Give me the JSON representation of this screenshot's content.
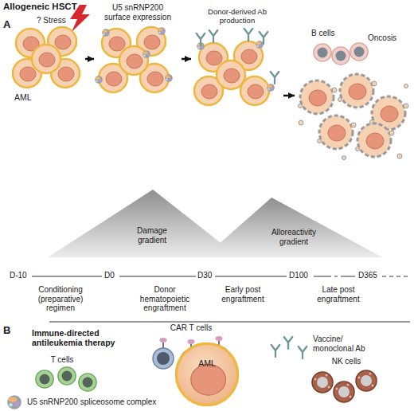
{
  "diagram": {
    "title": "Allogeneic HSCT",
    "nodes": [
      {
        "text": [
          "AML"
        ]
      },
      {
        "text": [
          "U5 snRNP200 surface expression"
        ]
      },
      {
        "text": [
          "Donor-derived Ab production"
        ]
      },
      {
        "text": [
          "B cells"
        ]
      },
      {
        "text": [
          "Oncosis"
        ]
      },
      {
        "text": [
          "Damage gradient"
        ]
      },
      {
        "text": [
          "Alloreactivity gradient"
        ]
      },
      {
        "text": [
          "CAR T cells"
        ]
      },
      {
        "text": [
          "Vaccine/ monoclonal Ab"
        ]
      },
      {
        "text": [
          "T cells"
        ]
      },
      {
        "text": [
          "AML"
        ]
      },
      {
        "text": [
          "NK cells"
        ]
      }
    ],
    "edges": [
      {
        "from": 0,
        "to": 1,
        "arrow": "to"
      },
      {
        "from": 1,
        "to": 2,
        "arrow": "to"
      },
      {
        "from": 2,
        "to": 4,
        "arrow": "to"
      }
    ],
    "labels": [
      "A",
      "? Stress",
      "D-10",
      "D0",
      "D30",
      "D100",
      "D365",
      "Conditioning (preparative) regimen",
      "Donor hematopoietic engraftment",
      "Early post engraftment",
      "Late post engraftment",
      "B",
      "Immune-directed antileukemia therapy"
    ],
    "legend": [
      {
        "text": "U5 snRNP200 spliceosome complex"
      }
    ]
  }
}
